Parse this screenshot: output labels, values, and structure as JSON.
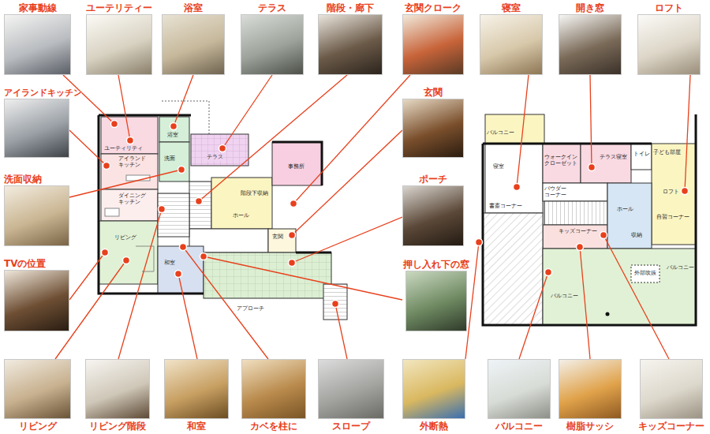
{
  "diagram": {
    "nodes": [
      {
        "text": [
          "家事動線"
        ]
      },
      {
        "text": [
          "ユーテリティー"
        ]
      },
      {
        "text": [
          "浴室"
        ]
      },
      {
        "text": [
          "テラス"
        ]
      },
      {
        "text": [
          "階段・廊下"
        ]
      },
      {
        "text": [
          "玄関クローク"
        ]
      },
      {
        "text": [
          "寝室"
        ]
      },
      {
        "text": [
          "開き窓"
        ]
      },
      {
        "text": [
          "ロフト"
        ]
      },
      {
        "text": [
          "アイランドキッチン"
        ]
      },
      {
        "text": [
          "洗面収納"
        ]
      },
      {
        "text": [
          "TVの位置"
        ]
      },
      {
        "text": [
          "玄関"
        ]
      },
      {
        "text": [
          "ポーチ"
        ]
      },
      {
        "text": [
          "押し入れ下の窓"
        ]
      },
      {
        "text": [
          "リビング"
        ]
      },
      {
        "text": [
          "リビング階段"
        ]
      },
      {
        "text": [
          "和室"
        ]
      },
      {
        "text": [
          "カベを柱に"
        ]
      },
      {
        "text": [
          "スロープ"
        ]
      },
      {
        "text": [
          "外断熱"
        ]
      },
      {
        "text": [
          "バルコニー"
        ]
      },
      {
        "text": [
          "樹脂サッシ"
        ]
      },
      {
        "text": [
          "キッズコーナー"
        ]
      }
    ],
    "labels": [
      "ユーティリティ",
      "浴室",
      "アイランド キッチン",
      "洗面",
      "ダイニング キッチン",
      "テラス",
      "階段下収納",
      "事務所",
      "ホール",
      "玄関",
      "リビング",
      "和室",
      "アプローチ",
      "バルコニー",
      "寝室",
      "ウォークイン クローゼット",
      "テラス寝室",
      "トイレ",
      "子ども部屋",
      "ロフト",
      "自習コーナー",
      "書斎コーナー",
      "パウダー コーナー",
      "ホール",
      "収納",
      "キッズコーナー",
      "外部吹抜",
      "バルコニー",
      "バルコニー"
    ]
  }
}
